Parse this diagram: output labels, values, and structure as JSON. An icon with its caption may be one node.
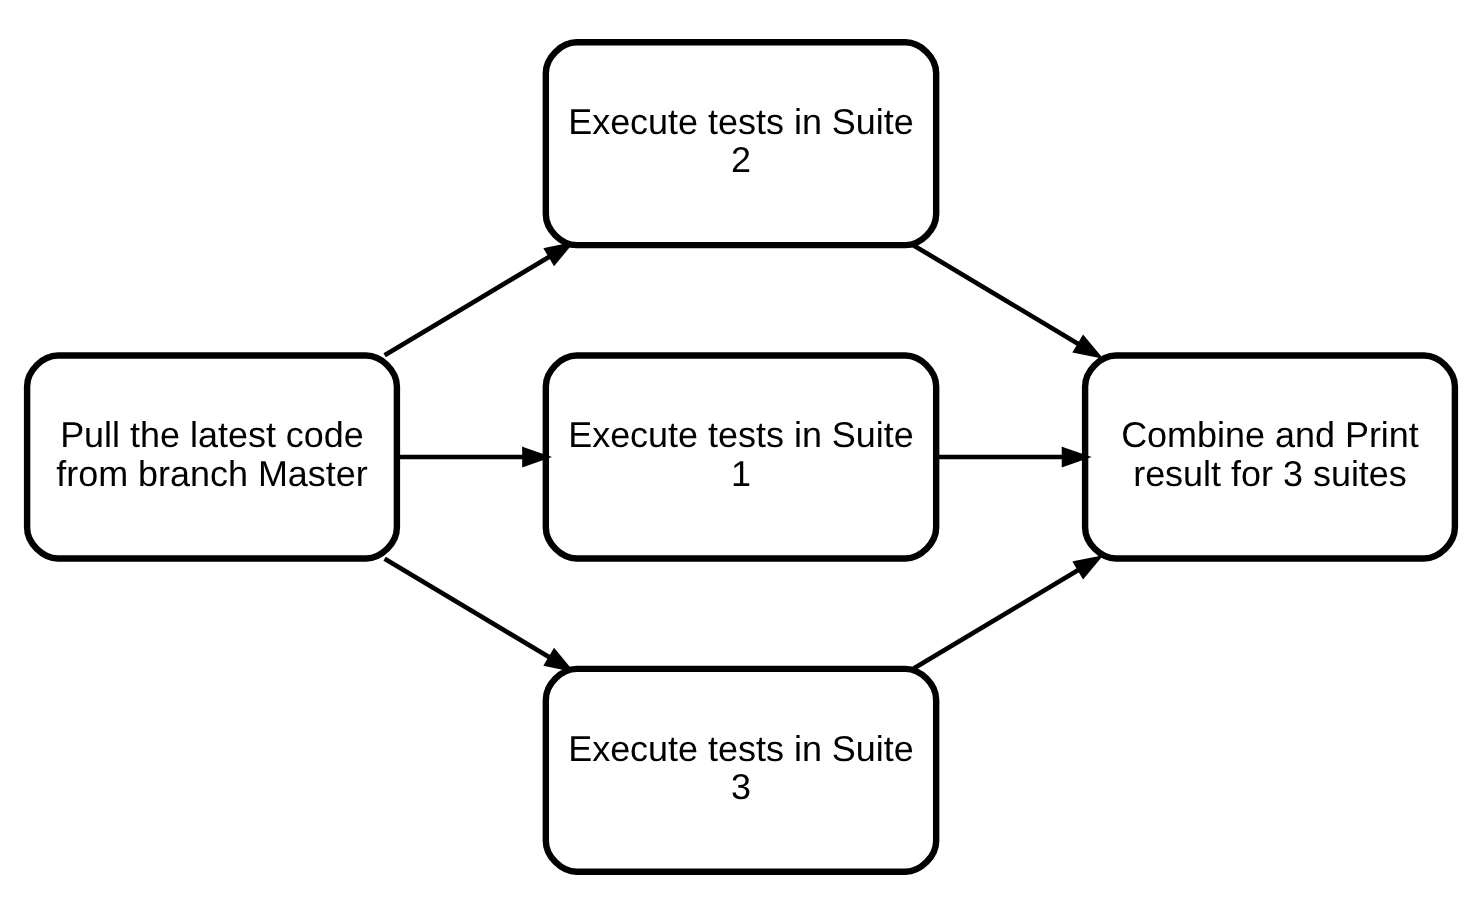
{
  "diagram": {
    "nodes": [
      {
        "text": [
          "Pull the latest code from branch Master"
        ]
      },
      {
        "text": [
          "Execute tests in Suite 2"
        ]
      },
      {
        "text": [
          "Execute tests in Suite 1"
        ]
      },
      {
        "text": [
          "Execute tests in Suite 3"
        ]
      },
      {
        "text": [
          "Combine and Print result for 3 suites"
        ]
      }
    ],
    "edges": [
      {
        "from": 0,
        "to": 1,
        "arrow": "to"
      },
      {
        "from": 0,
        "to": 2,
        "arrow": "to"
      },
      {
        "from": 0,
        "to": 3,
        "arrow": "to"
      },
      {
        "from": 1,
        "to": 4,
        "arrow": "to"
      },
      {
        "from": 2,
        "to": 4,
        "arrow": "to"
      },
      {
        "from": 3,
        "to": 4,
        "arrow": "to"
      }
    ]
  }
}
